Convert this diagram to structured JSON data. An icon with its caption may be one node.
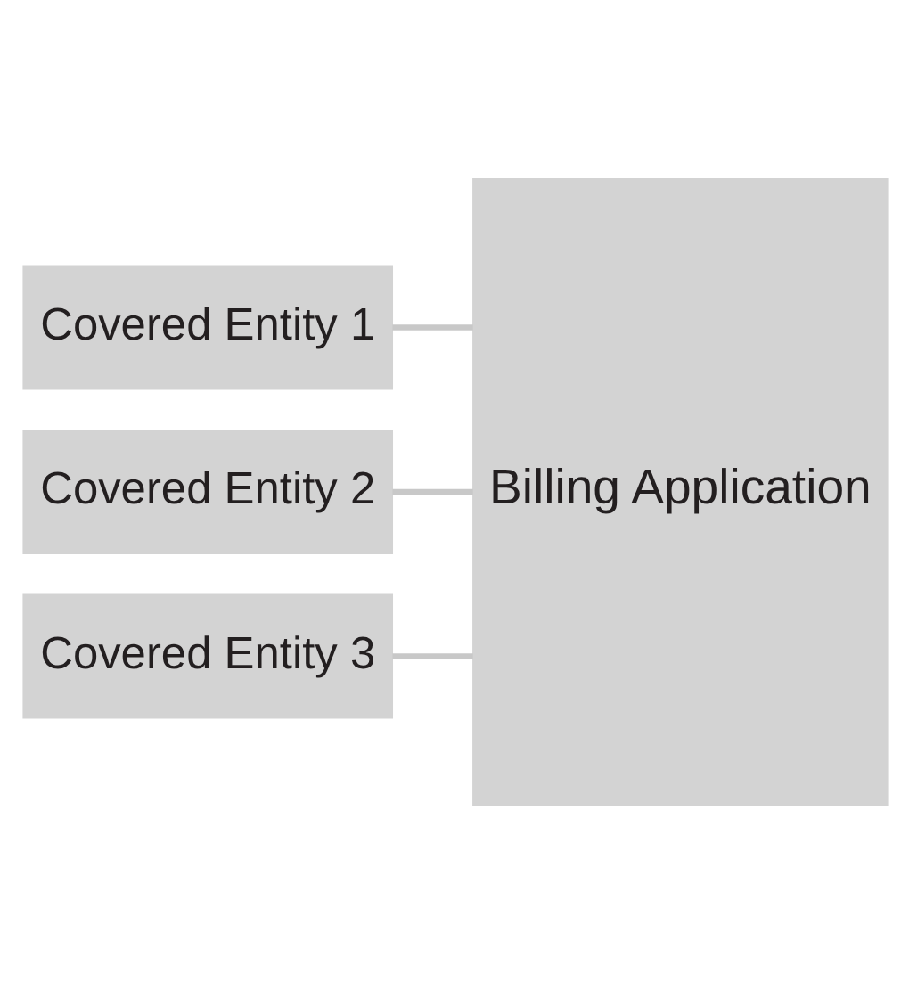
{
  "diagram": {
    "nodes": [
      {
        "text": [
          "Covered Entity 1"
        ]
      },
      {
        "text": [
          "Covered Entity 2"
        ]
      },
      {
        "text": [
          "Covered Entity 3"
        ]
      },
      {
        "text": [
          "Billing Application"
        ]
      }
    ],
    "edges": [
      {
        "from": 0,
        "to": 3,
        "arrow": "none"
      },
      {
        "from": 1,
        "to": 3,
        "arrow": "none"
      },
      {
        "from": 2,
        "to": 3,
        "arrow": "none"
      }
    ]
  }
}
